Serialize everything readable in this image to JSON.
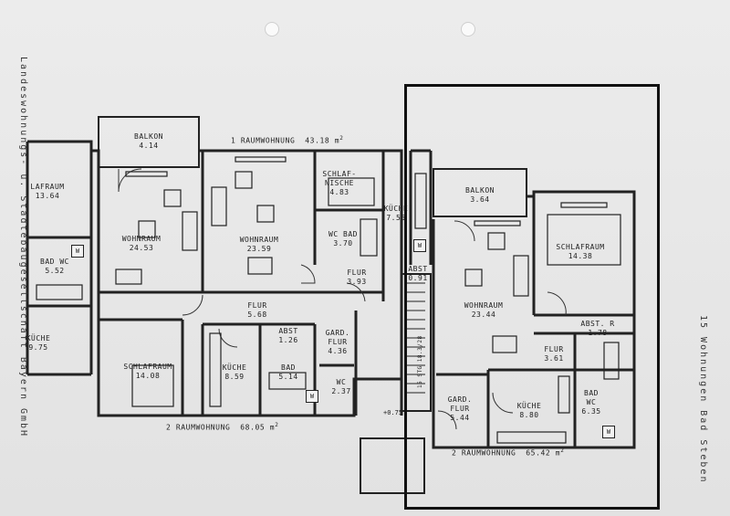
{
  "sidebar_left": "Landeswohnungs- u. Städtebaugesellschaft Bayern GmbH",
  "sidebar_right": "15 Wohnungen  Bad Steben",
  "units": {
    "top": {
      "name": "1 RAUMWOHNUNG",
      "area": "43.18 m",
      "exp": "2"
    },
    "bottom_left": {
      "name": "2 RAUMWOHNUNG",
      "area": "68.05 m",
      "exp": "2"
    },
    "bottom_right": {
      "name": "2 RAUMWOHNUNG",
      "area": "65.42 m",
      "exp": "2"
    }
  },
  "rooms": {
    "balkon_left": {
      "name": "BALKON",
      "area": "4.14"
    },
    "schlafraum_far_left": {
      "name": "LAFRAUM",
      "area": "13.64"
    },
    "bad_wc_far_left": {
      "name": "BAD WC",
      "area": "5.52"
    },
    "kueche_far_left": {
      "name": "KÜCHE",
      "area": "9.75"
    },
    "wohnraum_left": {
      "name": "WOHNRAUM",
      "area": "24.53"
    },
    "schlafraum_left": {
      "name": "SCHLAFRAUM",
      "area": "14.08"
    },
    "flur_left": {
      "name": "FLUR",
      "area": "5.68"
    },
    "abst_left": {
      "name": "ABST",
      "area": "1.26"
    },
    "kueche_left": {
      "name": "KÜCHE",
      "area": "8.59"
    },
    "bad_left": {
      "name": "BAD",
      "area": "5.14"
    },
    "gard_flur_left": {
      "name": "GARD. FLUR",
      "area": "4.36"
    },
    "wc_left": {
      "name": "WC",
      "area": "2.37"
    },
    "wohnraum_mid": {
      "name": "WOHNRAUM",
      "area": "23.59"
    },
    "schlafnische": {
      "name": "SCHLAF- NISCHE",
      "area": "4.83"
    },
    "wc_bad_mid": {
      "name": "WC BAD",
      "area": "3.70"
    },
    "flur_mid": {
      "name": "FLUR",
      "area": "3.93"
    },
    "kueche_mid": {
      "name": "KÜCHE",
      "area": "7.56"
    },
    "abst_mid": {
      "name": "ABST",
      "area": "0.91"
    },
    "balkon_right": {
      "name": "BALKON",
      "area": "3.64"
    },
    "schlafraum_right": {
      "name": "SCHLAFRAUM",
      "area": "14.38"
    },
    "wohnraum_right": {
      "name": "WOHNRAUM",
      "area": "23.44"
    },
    "abst_right": {
      "name": "ABST. R",
      "area": "1.78"
    },
    "flur_right": {
      "name": "FLUR",
      "area": "3.61"
    },
    "gard_flur_right": {
      "name": "GARD. FLUR",
      "area": "5.44"
    },
    "kueche_right": {
      "name": "KÜCHE",
      "area": "8.80"
    },
    "bad_wc_right": {
      "name": "BAD WC",
      "area": "6.35"
    }
  },
  "stair_label": "15 STG 18.3/28",
  "level_mark": "+0.75",
  "w_mark": "W",
  "colors": {
    "ink": "#222222",
    "paper": "#e9e9e9",
    "frame": "#111111"
  }
}
